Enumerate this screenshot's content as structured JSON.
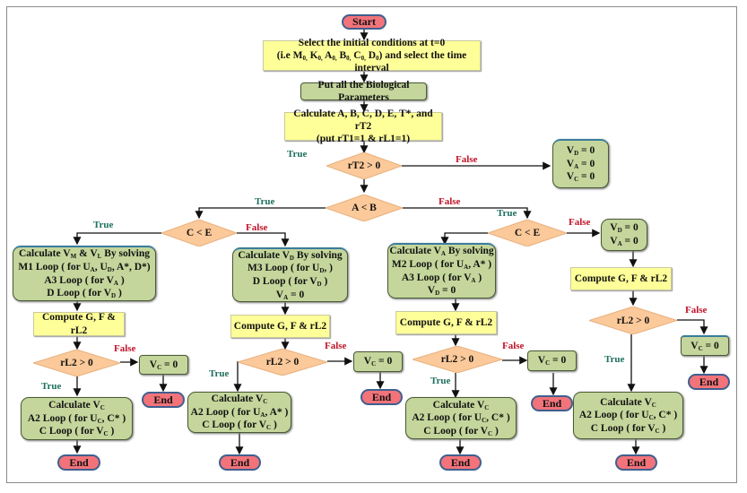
{
  "diagram": {
    "colors": {
      "terminal_fill": "#f2737a",
      "terminal_border": "#3f5f8f",
      "process_yellow": "#ffff99",
      "process_green": "#c4d69b",
      "decision_fill": "#fbc99a",
      "true_label": "#1f6f5f",
      "false_label": "#c0142a"
    },
    "start": "Start",
    "end": "End",
    "true": "True",
    "false": "False",
    "init": {
      "line1": "Select the initial conditions at t=0",
      "line2_pre": "(i.e M",
      "subs": [
        "0,",
        "0,",
        "0,",
        "0,",
        "0,",
        "0"
      ],
      "letters": [
        "K",
        "A",
        "B",
        "C",
        "D"
      ],
      "line2_post": ")  and select the time interval"
    },
    "bio_params": "Put all the Biological Parameters",
    "calc": {
      "line1": "Calculate A, B, C, D, E, T*, and  rT2",
      "line2": "(put rT1=1 & rL1=1)"
    },
    "decision_rt2": "rT2 > 0",
    "decision_ab": "A < B",
    "decision_ce": "C < E",
    "decision_rl2": "rL2 > 0",
    "all_zero": {
      "rows": [
        {
          "v": "V",
          "sub": "D",
          "eq": " =  0"
        },
        {
          "v": "V",
          "sub": "A",
          "eq": " = 0"
        },
        {
          "v": "V",
          "sub": "C",
          "eq": " =  0"
        }
      ]
    },
    "compute": "Compute G, F & rL2",
    "vc_zero": {
      "v": "V",
      "sub": "C",
      "eq": " = 0"
    },
    "branch1": {
      "l1a": "Calculate V",
      "l1s1": "M",
      "l1b": " & V",
      "l1s2": "L",
      "l1c": "  By solving",
      "l2a": "M1 Loop ( for U",
      "l2s1": "A",
      "l2b": ", U",
      "l2s2": "D",
      "l2c": ", A*, D*)",
      "l3a": "A3  Loop ( for V",
      "l3s": "A",
      "l3b": " )",
      "l4a": "D Loop  (  for V",
      "l4s": "D",
      "l4b": " )"
    },
    "branch2": {
      "l1a": "Calculate V",
      "l1s": "D",
      "l1b": "  By solving",
      "l2a": "M3 Loop ( for U",
      "l2s": "D",
      "l2b": ", )",
      "l3a": "D Loop  ( for V",
      "l3s": "D",
      "l3b": " )",
      "l4a": "V",
      "l4s": "A",
      "l4b": " = 0"
    },
    "branch3": {
      "l1a": "Calculate V",
      "l1s": "A",
      "l1b": "  By solving",
      "l2a": "M2 Loop ( for U",
      "l2s": "A",
      "l2b": ", A* )",
      "l3a": "A3  Loop ( for V",
      "l3s": "A",
      "l3b": " )",
      "l4a": "V",
      "l4s": "D",
      "l4b": " = 0"
    },
    "branch4": {
      "r1a": "V",
      "r1s": "D",
      "r1b": " = 0",
      "r2a": "V",
      "r2s": "A",
      "r2b": " = 0"
    },
    "calc_vc": {
      "l1a": "Calculate V",
      "l1s": "C",
      "l2a": "A2  Loop ( for U",
      "l2s": "C",
      "l2b": ", C* )",
      "l3a": "C Loop  (  for V",
      "l3s": "C",
      "l3b": " )"
    },
    "calc_vc_b2": {
      "l2a": "A2  Loop ( for U",
      "l2s": "A",
      "l2b": ", A* )"
    }
  }
}
